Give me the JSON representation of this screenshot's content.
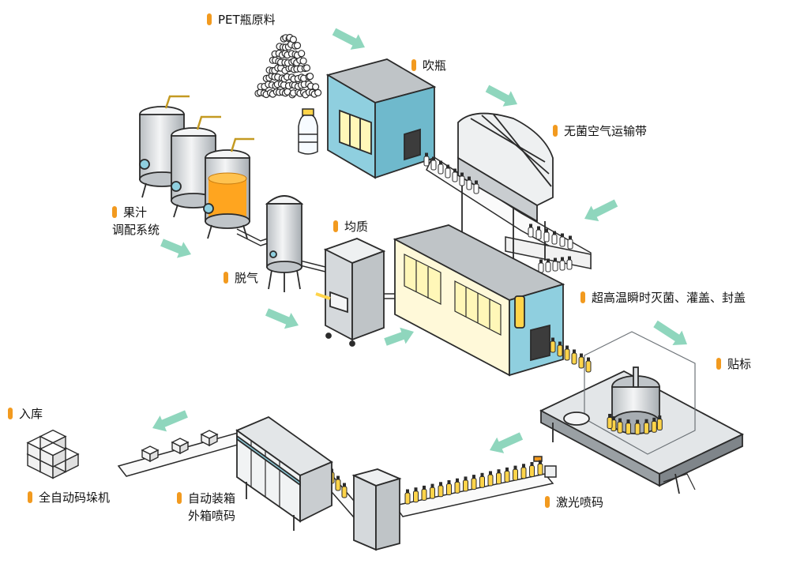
{
  "labels": {
    "pet_raw": "PET瓶原料",
    "blow": "吹瓶",
    "sterile_conveyor": "无菌空气运输带",
    "juice_line1": "果汁",
    "juice_line2": "调配系统",
    "homogenize": "均质",
    "degas": "脱气",
    "uht_fill_cap": "超高温瞬时灭菌、灌盖、封盖",
    "labeling": "贴标",
    "warehouse": "入库",
    "palletizer": "全自动码垛机",
    "case_line1": "自动装箱",
    "case_line2": "外箱喷码",
    "laser": "激光喷码"
  },
  "colors": {
    "marker": "#f29a1f",
    "arrow": "#8fd6bd",
    "panel_blue": "#8fcfdf",
    "panel_window": "#fff7b8",
    "juice": "#ffa51f",
    "bottle_yellow": "#ffd44a",
    "outline": "#2b2b2b"
  }
}
